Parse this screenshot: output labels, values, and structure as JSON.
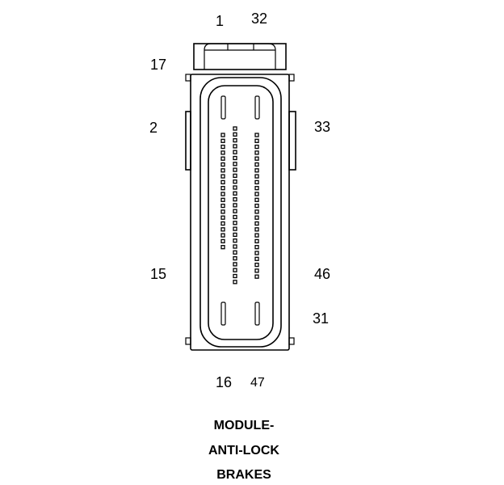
{
  "pin_labels": {
    "p1": "1",
    "p32": "32",
    "p17": "17",
    "p2": "2",
    "p33": "33",
    "p15": "15",
    "p46": "46",
    "p31": "31",
    "p16": "16",
    "p47": "47"
  },
  "caption": {
    "line1": "MODULE-",
    "line2": "ANTI-LOCK",
    "line3": "BRAKES"
  },
  "connector": {
    "left_column_pins": 20,
    "mid_column_pins": 27,
    "right_column_pins": 25
  }
}
